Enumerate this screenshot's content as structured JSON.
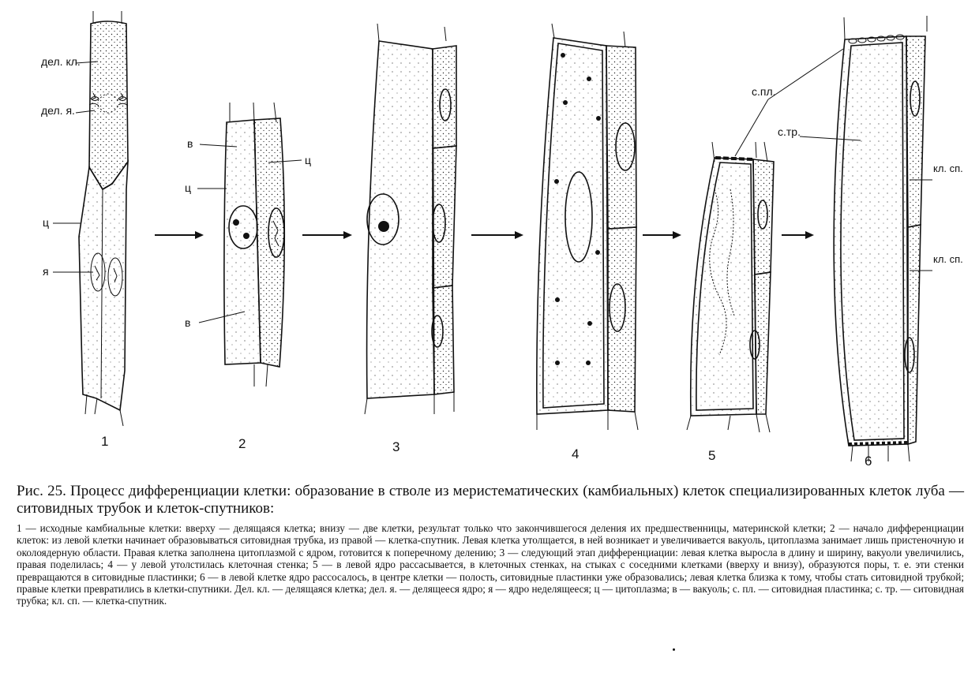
{
  "figure": {
    "stage_numbers": [
      "1",
      "2",
      "3",
      "4",
      "5",
      "6"
    ],
    "labels": {
      "s1_del_kl": "дел. кл.",
      "s1_del_ya": "дел. я.",
      "s1_ts": "ц",
      "s1_ya": "я",
      "s2_v_top": "в",
      "s2_ts_left": "ц",
      "s2_ts_right": "ц",
      "s2_v_bottom": "в",
      "s5_s_pl": "с.пл.",
      "s6_s_tr": "с.тр.",
      "s6_kl_sp_top": "кл. сп.",
      "s6_kl_sp_bottom": "кл. сп."
    }
  },
  "caption": {
    "text": "Рис. 25. Процесс дифференциации клетки: образование в стволе из меристематических (камбиальных) клеток специализированных клеток луба — ситовидных трубок и клеток-спутников:"
  },
  "legend": {
    "text": "1 — исходные камбиальные клетки: вверху — делящаяся клетка; внизу — две клетки, результат только что закончившегося деления их предшественницы, материнской клетки; 2 — начало дифференциации клеток: из левой клетки начинает образовываться ситовидная трубка, из правой — клетка-спутник. Левая клетка утолщается, в ней возникает и увеличивается вакуоль, цитоплазма занимает лишь пристеночную и околоядерную области. Правая клетка заполнена цитоплазмой с ядром, готовится к поперечному делению; 3 — следующий этап дифференциации: левая клетка выросла в длину и ширину, вакуоли увеличились, правая поделилась; 4 — у левой утолстилась клеточная стенка; 5 — в левой ядро рассасывается, в клеточных стенках, на стыках с соседними клетками (вверху и внизу), образуются поры, т. е. эти стенки превращаются в ситовидные пластинки; 6 — в левой клетке ядро рассосалось, в центре клетки — полость, ситовидные пластинки уже образовались; левая клетка близка к тому, чтобы стать ситовидной трубкой; правые клетки превратились в клетки-спутники. Дел. кл. — делящаяся клетка; дел. я. — делящееся ядро; я — ядро неделящееся; ц — цитоплазма; в — вакуоль; с. пл. — ситовидная пластинка; с. тр. — ситовидная трубка; кл. сп. — клетка-спутник."
  }
}
